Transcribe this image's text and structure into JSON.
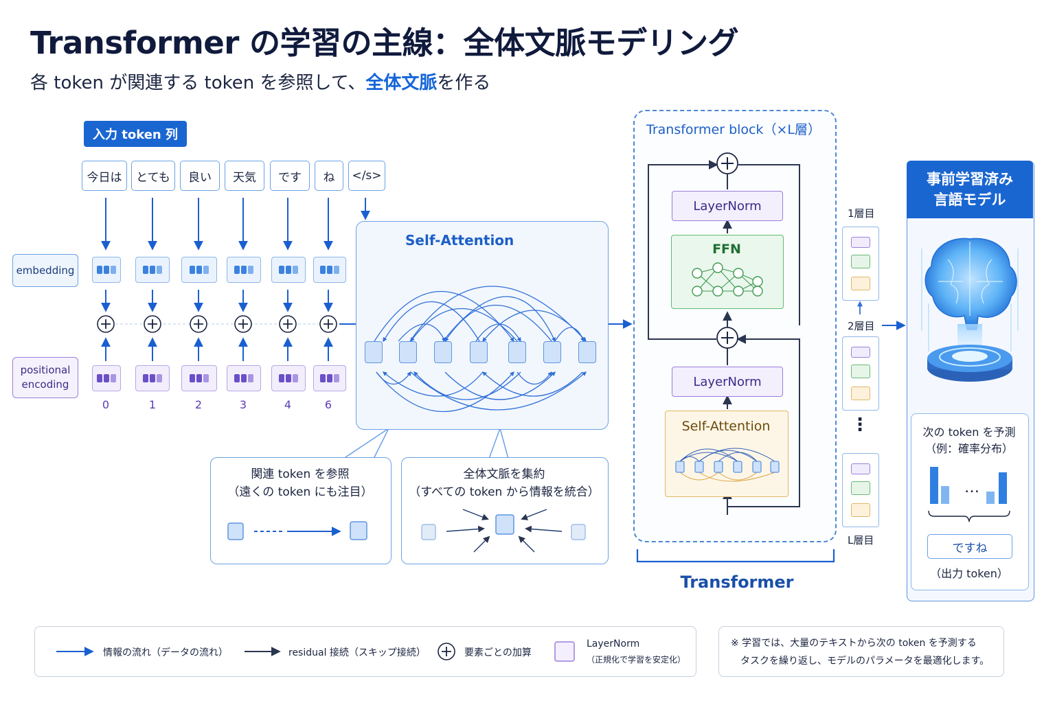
{
  "title": "Transformer の学習の主線：全体文脈モデリング",
  "subtitle": {
    "before": "各 token が関連する token を参照して、",
    "highlight": "全体文脈",
    "after": "を作る"
  },
  "input_label": "入力 token 列",
  "tokens": [
    "今日は",
    "とても",
    "良い",
    "天気",
    "です",
    "ね",
    "</s>"
  ],
  "embedding_label": "embedding",
  "positional_label": [
    "positional",
    "encoding"
  ],
  "positions": [
    "0",
    "1",
    "2",
    "3",
    "4",
    "6"
  ],
  "self_attention_title": "Self-Attention",
  "callout_left": {
    "line1": "関連 token を参照",
    "line2": "（遠くの token にも注目）"
  },
  "callout_right": {
    "line1": "全体文脈を集約",
    "line2": "（すべての token から情報を統合）"
  },
  "block_title": "Transformer block（×L層）",
  "layernorm_label": "LayerNorm",
  "ffn_label": "FFN",
  "block_sa_label": "Self-Attention",
  "transformer_label": "Transformer",
  "layers": {
    "first": "1層目",
    "second": "2層目",
    "last": "L層目",
    "dots": "⋮"
  },
  "model": {
    "title_line1": "事前学習済み",
    "title_line2": "言語モデル",
    "predict_line1": "次の token を予測",
    "predict_line2": "（例：確率分布）",
    "bar_dots": "…",
    "output_token": "ですね",
    "output_caption": "（出力 token）",
    "icons": [
      "brain-icon"
    ]
  },
  "legend": {
    "flow": "情報の流れ（データの流れ）",
    "residual": "residual 接続（スキップ接続）",
    "add": "要素ごとの加算",
    "ln_title": "LayerNorm",
    "ln_desc": "（正規化で学習を安定化）"
  },
  "note": {
    "line1": "※ 学習では、大量のテキストから次の token を予測する",
    "line2": "タスクを繰り返し、モデルのパラメータを最適化します。"
  },
  "colors": {
    "primary": "#1a66d1",
    "purple": "#7a5ccf",
    "green": "#66ba74",
    "amber": "#e1b765"
  }
}
